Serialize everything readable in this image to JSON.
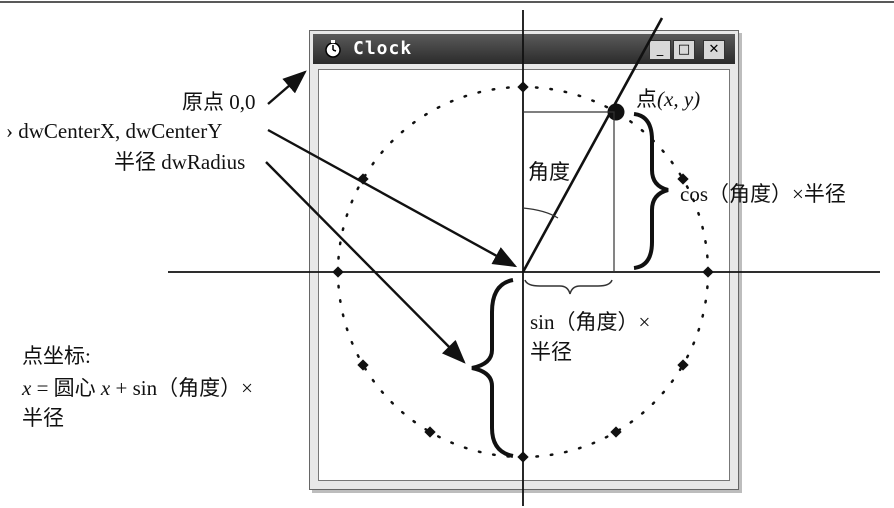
{
  "window": {
    "title": "Clock",
    "buttons": {
      "minimize": "_",
      "maximize": "□",
      "close": "✕"
    },
    "icon": "stopwatch-icon"
  },
  "labels": {
    "origin": "原点 0,0",
    "center": "› dwCenterX, dwCenterY",
    "radius": "半径 dwRadius",
    "point_prefix": "点",
    "point_coords": "(x, y)",
    "angle": "角度",
    "cos_label": "cos（角度）×半径",
    "sin_line1": "sin（角度）×",
    "sin_line2": "半径",
    "coord_title": "点坐标:",
    "coord_x_var": "x",
    "coord_x_expr_a": "= 圆心",
    "coord_x_var2": "x",
    "coord_x_expr_b": "+ sin（角度）×",
    "coord_line3": "半径"
  },
  "colors": {
    "line": "#111111",
    "titlebar": "#3a3a3a",
    "window_bg": "#e8e8e8"
  }
}
